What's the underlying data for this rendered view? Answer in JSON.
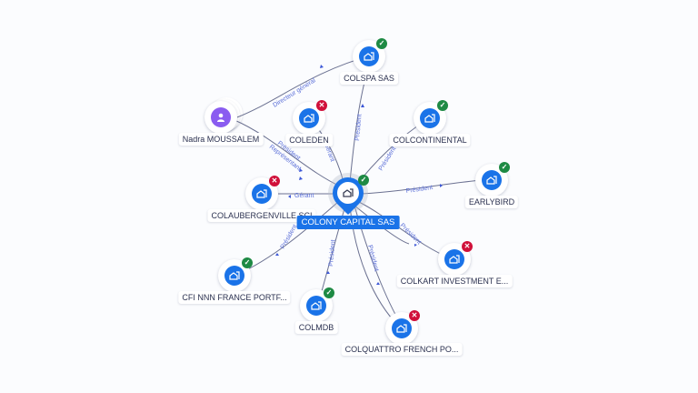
{
  "colors": {
    "background": "#fbfcfe",
    "company_node": "#1a73e8",
    "person_node": "#8a5cf0",
    "active_badge": "#1e8a44",
    "inactive_badge": "#d0103a",
    "edge_label": "#5b6fd8"
  },
  "center": {
    "name": "COLONY CAPITAL SAS",
    "icon": "building-icon",
    "status": "active"
  },
  "nodes": [
    {
      "id": "nadra",
      "label": "Nadra MOUSSALEM",
      "type": "person",
      "icon": "person-icon",
      "status": null
    },
    {
      "id": "colspa",
      "label": "COLSPA SAS",
      "type": "company",
      "icon": "building-icon",
      "status": "active"
    },
    {
      "id": "coleden",
      "label": "COLEDEN",
      "type": "company",
      "icon": "building-icon",
      "status": "inactive"
    },
    {
      "id": "colcontinental",
      "label": "COLCONTINENTAL",
      "type": "company",
      "icon": "building-icon",
      "status": "active"
    },
    {
      "id": "earlybird",
      "label": "EARLYBIRD",
      "type": "company",
      "icon": "building-icon",
      "status": "active"
    },
    {
      "id": "colaubergenville",
      "label": "COLAUBERGENVILLE SCI",
      "type": "company",
      "icon": "building-icon",
      "status": "inactive"
    },
    {
      "id": "colkart",
      "label": "COLKART INVESTMENT E...",
      "type": "company",
      "icon": "building-icon",
      "status": "inactive"
    },
    {
      "id": "cfi",
      "label": "CFI NNN FRANCE PORTF...",
      "type": "company",
      "icon": "building-icon",
      "status": "active"
    },
    {
      "id": "colmdb",
      "label": "COLMDB",
      "type": "company",
      "icon": "building-icon",
      "status": "active"
    },
    {
      "id": "colquattro",
      "label": "COLQUATTRO FRENCH PO...",
      "type": "company",
      "icon": "building-icon",
      "status": "inactive"
    }
  ],
  "edges": [
    {
      "from": "nadra",
      "to": "colspa",
      "label": "Directeur général"
    },
    {
      "from": "nadra",
      "to": "center",
      "label": "Président"
    },
    {
      "from": "nadra",
      "to": "center",
      "label": "Représentant"
    },
    {
      "from": "center",
      "to": "colspa",
      "label": "Président"
    },
    {
      "from": "center",
      "to": "coleden",
      "label": "Gérant"
    },
    {
      "from": "center",
      "to": "colcontinental",
      "label": "Président"
    },
    {
      "from": "center",
      "to": "earlybird",
      "label": "Président"
    },
    {
      "from": "center",
      "to": "colaubergenville",
      "label": "Gérant"
    },
    {
      "from": "center",
      "to": "colkart",
      "label": "Président"
    },
    {
      "from": "center",
      "to": "cfi",
      "label": "Président"
    },
    {
      "from": "center",
      "to": "colmdb",
      "label": "Président"
    },
    {
      "from": "center",
      "to": "colquattro",
      "label": "Président"
    },
    {
      "from": "center",
      "to": "colquattro",
      "label": "Gérant"
    }
  ],
  "badges": {
    "active": "✓",
    "inactive": "✕"
  }
}
